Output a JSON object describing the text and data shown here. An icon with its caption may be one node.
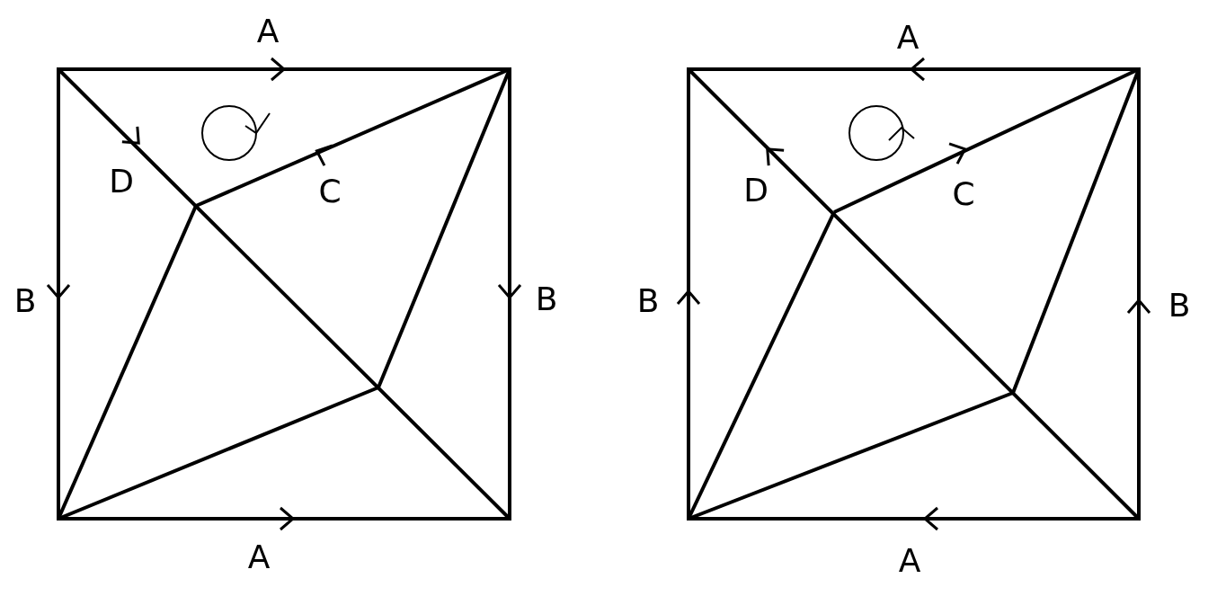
{
  "diagram": {
    "labels": [
      "A",
      "D",
      "C",
      "B",
      "B",
      "A",
      "A",
      "D",
      "C",
      "B",
      "B",
      "A"
    ]
  }
}
